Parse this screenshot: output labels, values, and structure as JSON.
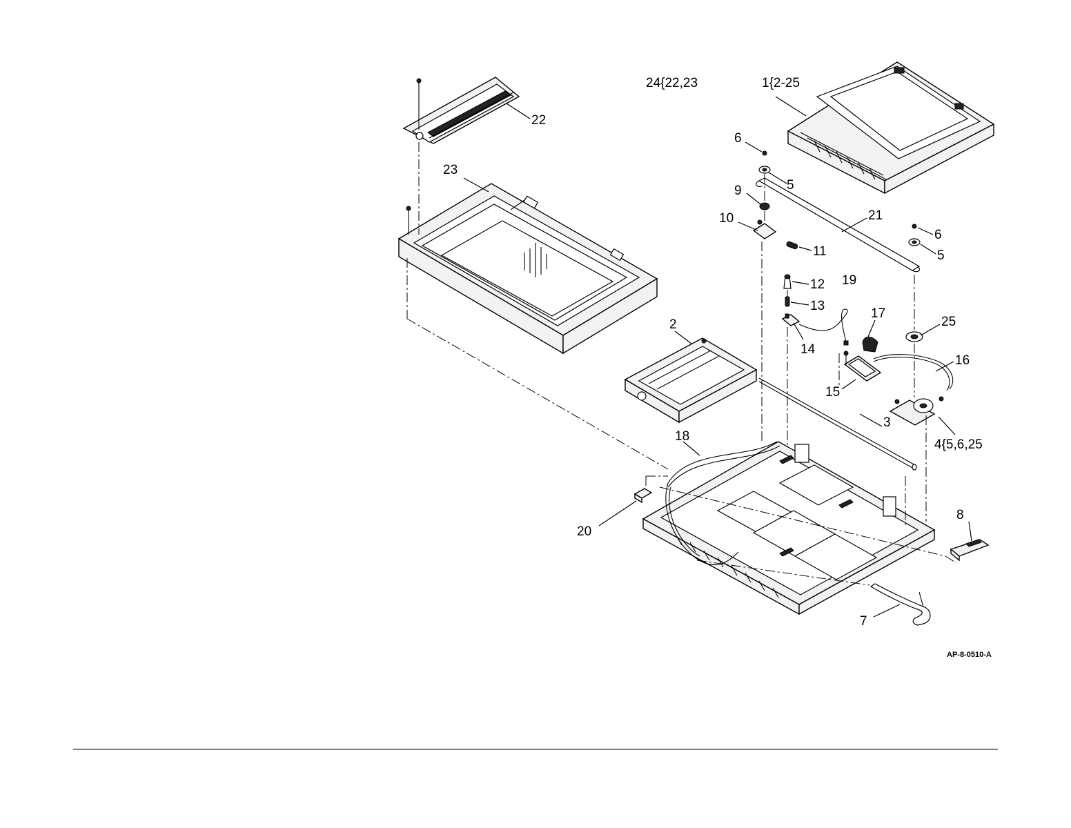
{
  "diagram": {
    "drawing_code": "AP-8-0510-A",
    "callouts": [
      {
        "id": "c1",
        "text": "1{2-25"
      },
      {
        "id": "c2",
        "text": "2"
      },
      {
        "id": "c3",
        "text": "3"
      },
      {
        "id": "c4",
        "text": "4{5,6,25"
      },
      {
        "id": "c5a",
        "text": "5"
      },
      {
        "id": "c5b",
        "text": "5"
      },
      {
        "id": "c6a",
        "text": "6"
      },
      {
        "id": "c6b",
        "text": "6"
      },
      {
        "id": "c7",
        "text": "7"
      },
      {
        "id": "c8",
        "text": "8"
      },
      {
        "id": "c9",
        "text": "9"
      },
      {
        "id": "c10",
        "text": "10"
      },
      {
        "id": "c11",
        "text": "11"
      },
      {
        "id": "c12",
        "text": "12"
      },
      {
        "id": "c13",
        "text": "13"
      },
      {
        "id": "c14",
        "text": "14"
      },
      {
        "id": "c15",
        "text": "15"
      },
      {
        "id": "c16",
        "text": "16"
      },
      {
        "id": "c17",
        "text": "17"
      },
      {
        "id": "c18",
        "text": "18"
      },
      {
        "id": "c19",
        "text": "19"
      },
      {
        "id": "c20",
        "text": "20"
      },
      {
        "id": "c21",
        "text": "21"
      },
      {
        "id": "c22",
        "text": "22"
      },
      {
        "id": "c23",
        "text": "23"
      },
      {
        "id": "c24",
        "text": "24{22,23"
      },
      {
        "id": "c25",
        "text": "25"
      }
    ]
  }
}
